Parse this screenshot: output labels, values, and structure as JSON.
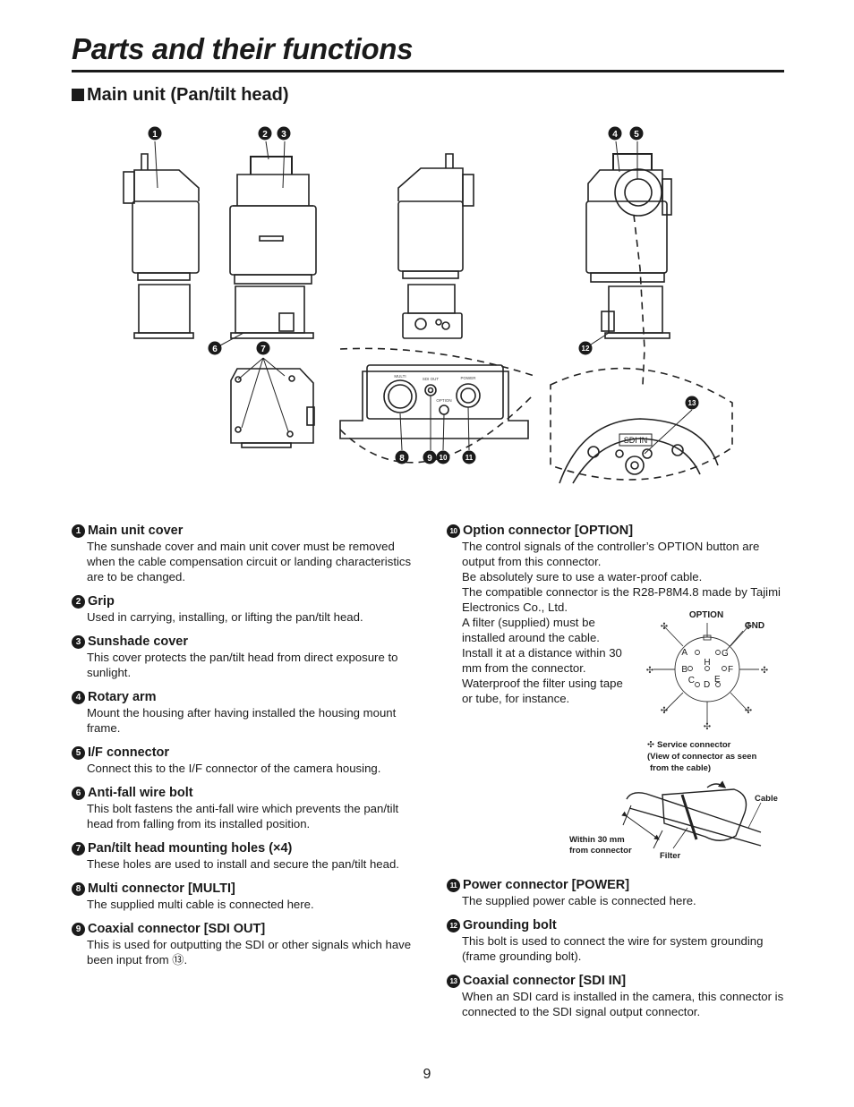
{
  "page": {
    "title": "Parts and their functions",
    "number": "9"
  },
  "section": {
    "heading": "Main unit (Pan/tilt head)"
  },
  "figure_callouts": [
    "1",
    "2",
    "3",
    "4",
    "5",
    "6",
    "7",
    "8",
    "9",
    "10",
    "11",
    "12",
    "13"
  ],
  "panel_labels": {
    "sdi_in": "SDI IN",
    "multi": "MULTI",
    "sdi_out": "SDI OUT",
    "option": "OPTION",
    "power": "POWER"
  },
  "connector_diagram": {
    "title": "OPTION",
    "gnd": "GND",
    "pins": [
      "A",
      "G",
      "B",
      "H",
      "F",
      "C",
      "D",
      "E"
    ],
    "note_line1": "Service connector",
    "note_line2": "(View of connector as seen",
    "note_line3": "from the cable)",
    "note_symbol": "✣"
  },
  "filter_diagram": {
    "cable": "Cable",
    "within_line1": "Within 30 mm",
    "within_line2": "from connector",
    "filter": "Filter"
  },
  "items": [
    {
      "num": "1",
      "title": "Main unit cover",
      "lines": [
        "The sunshade cover and main unit cover must be removed when the cable compensation circuit or landing characteristics are to be changed."
      ]
    },
    {
      "num": "2",
      "title": "Grip",
      "lines": [
        "Used in carrying, installing, or lifting the pan/tilt head."
      ]
    },
    {
      "num": "3",
      "title": "Sunshade cover",
      "lines": [
        "This cover protects the pan/tilt head from direct exposure to sunlight."
      ]
    },
    {
      "num": "4",
      "title": "Rotary arm",
      "lines": [
        "Mount the housing after having installed the housing mount frame."
      ]
    },
    {
      "num": "5",
      "title": "I/F connector",
      "lines": [
        "Connect this to the I/F connector of the camera housing."
      ]
    },
    {
      "num": "6",
      "title": "Anti-fall wire bolt",
      "lines": [
        "This bolt fastens the anti-fall wire which prevents the pan/tilt head from falling from its installed position."
      ]
    },
    {
      "num": "7",
      "title": "Pan/tilt head mounting holes (×4)",
      "lines": [
        "These holes are used to install and secure the pan/tilt head."
      ]
    },
    {
      "num": "8",
      "title": "Multi connector [MULTI]",
      "lines": [
        "The supplied multi cable is connected here."
      ]
    },
    {
      "num": "9",
      "title": "Coaxial connector [SDI OUT]",
      "lines": [
        "This is used for outputting the SDI or other signals which have been input from ⑬."
      ]
    },
    {
      "num": "10",
      "title": "Option connector [OPTION]",
      "lines": [
        "The control signals of the controller’s OPTION button are output from this connector.",
        "Be absolutely sure to use a water-proof cable.",
        "The compatible connector is the R28-P8M4.8 made by Tajimi Electronics Co., Ltd."
      ],
      "extra": "A filter (supplied) must be installed around the cable. Install it at a distance within 30 mm from the connector. Waterproof the filter using tape or tube, for instance."
    },
    {
      "num": "11",
      "title": "Power connector [POWER]",
      "lines": [
        "The supplied power cable is connected here."
      ]
    },
    {
      "num": "12",
      "title": "Grounding bolt",
      "lines": [
        "This bolt is used to connect the wire for system grounding (frame grounding bolt)."
      ]
    },
    {
      "num": "13",
      "title": "Coaxial connector [SDI IN]",
      "lines": [
        "When an SDI card is installed in the camera, this connector is connected to the SDI signal output connector."
      ]
    }
  ]
}
